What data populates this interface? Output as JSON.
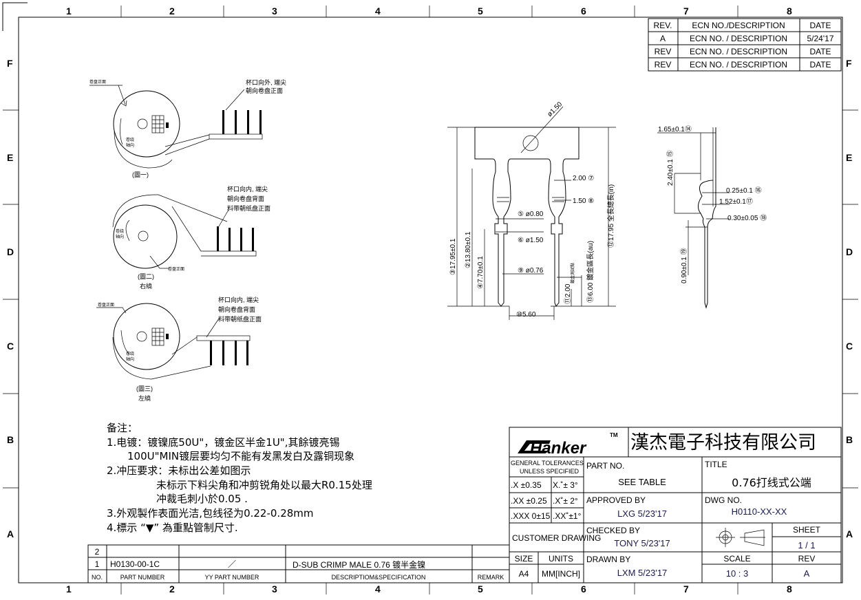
{
  "grid": {
    "columns": [
      "1",
      "2",
      "3",
      "4",
      "5",
      "6",
      "7",
      "8"
    ],
    "rows": [
      "F",
      "E",
      "D",
      "C",
      "B",
      "A"
    ]
  },
  "revisions": {
    "headers": [
      "REV.",
      "ECN NO./DESCRIPTION",
      "DATE"
    ],
    "rows": [
      [
        "A",
        "ECN NO. / DESCRIPTION",
        "5/24'17"
      ],
      [
        "REV",
        "ECN NO. / DESCRIPTION",
        "DATE"
      ],
      [
        "REV",
        "ECN NO. / DESCRIPTION",
        "DATE"
      ]
    ]
  },
  "figures": [
    {
      "caption": "(圖一)",
      "sub": "",
      "note": [
        "杯口向外, 端尖",
        "朝向卷盘正面"
      ],
      "reel_face": "卷盘正面",
      "wind_dir": [
        "卷绕",
        "轴向"
      ]
    },
    {
      "caption": "(圖二)",
      "sub": "右繞",
      "note": [
        "杯口向内, 端尖",
        "朝向卷盘背面",
        "料带朝纸盘正面"
      ],
      "reel_face": "卷盘正面",
      "wind_dir": [
        "卷绕",
        "轴向"
      ]
    },
    {
      "caption": "(圖三)",
      "sub": "左繞",
      "note": [
        "杯口向内, 端尖",
        "朝向卷盘背面",
        "料带朝纸盘正面"
      ],
      "reel_face": "卷盘正面",
      "wind_dir": [
        "卷绕",
        "轴向"
      ]
    }
  ],
  "dimensions": {
    "hole": "ø1.50",
    "d7": "2.00 ⑦",
    "d8": "1.50 ⑧",
    "d5": "⑤ ø0.80",
    "d6": "⑥ ø1.50",
    "d9": "⑨ ø0.76",
    "d3": "③17.95±0.1",
    "d2": "②13.80±0.1",
    "d4": "④7.70±0.1",
    "d12": "⑫17.95 全長總長(in)",
    "d13": "⑬6.00 鍍金區長(au)",
    "d11": "⑪2.00",
    "d11b": "鍍金測試點",
    "d10": "⑩5.60",
    "d14": "1.65±0.1⑭",
    "d15": "2.40±0.1 ⑮",
    "d16": "0.25±0.1 ⑯",
    "d17": "1.52±0.1⑰",
    "d18": "0.30±0.05 ⑱",
    "d19": "0.90±0.1 ⑲"
  },
  "notes": [
    "备注：",
    "1.电镀：镀镍底50U\"，镀金区半金1U\",其餘镀亮锡",
    "100U\"MIN镀层要均匀不能有发黑发白及露铜现象",
    "2.冲压要求：未标出公差如图示",
    "未标示下料尖角和冲剪锐角处以最大R0.15处理",
    "冲裁毛刺小於0.05 .",
    "3.外观製作表面光洁,包线径为0.22-0.28mm",
    "4.標示 “▼” 為重點管制尺寸."
  ],
  "parts_list": {
    "headers": [
      "NO.",
      "PART NUMBER",
      "YY PART NUMBER",
      "DESCRIPTIOM&SPECIFICATION",
      "REMARK"
    ],
    "rows": [
      [
        "1",
        "H0130-00-1C",
        "／",
        "D-SUB  CRIMP  MALE  0.76  镀半金镍",
        ""
      ],
      [
        "2",
        "",
        "",
        "",
        ""
      ]
    ]
  },
  "title_block": {
    "logo": "Hanker",
    "tm": "TM",
    "company": "漢杰電子科技有限公司",
    "tolerance_header": [
      "GENERAL  TOLERANCES",
      "UNLESS   SPECIFIED"
    ],
    "tolerances": [
      [
        ".X  ±0.35",
        "X.˚± 3°"
      ],
      [
        ".XX  ±0.25",
        ".X˚± 2°"
      ],
      [
        ".XXX  0±15",
        ".XX˚±1°"
      ]
    ],
    "part_no_label": "PART  NO.",
    "part_no": "SEE TABLE",
    "title_label": "TITLE",
    "title": "0.76打线式公端",
    "approved_label": "APPROVED  BY",
    "approved": "LXG  5/23'17",
    "dwg_label": "DWG  NO.",
    "dwg_no": "H0110-XX-XX",
    "customer_drawing": "CUSTOMER  DRAWING",
    "checked_label": "CHECKED  BY",
    "checked": "TONY  5/23'17",
    "sheet_label": "SHEET",
    "sheet": "1 / 1",
    "size_label": "SIZE",
    "size": "A4",
    "units_label": "UNITS",
    "units": "MM[INCH]",
    "drawn_label": "DRAWN  BY",
    "drawn": "LXM   5/23'17",
    "scale_label": "SCALE",
    "scale": "10 : 3",
    "rev_label": "REV",
    "rev": "A"
  }
}
